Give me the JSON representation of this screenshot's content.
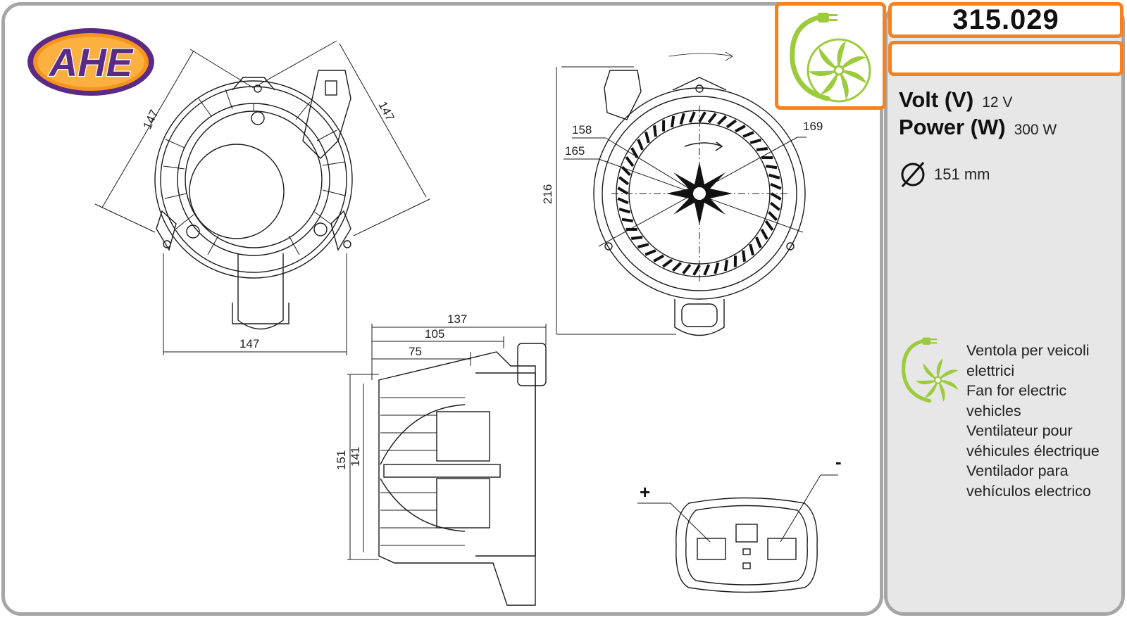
{
  "header": {
    "brand": "AHE",
    "part_number": "315.029"
  },
  "specs": {
    "volt_label": "Volt (V)",
    "volt_value": "12 V",
    "power_label": "Power (W)",
    "power_value": "300 W",
    "diameter_value": "151 mm"
  },
  "description": [
    "Ventola per veicoli",
    "elettrici",
    "Fan for electric",
    "vehicles",
    "Ventilateur pour",
    "véhicules électrique",
    "Ventilador para",
    "vehículos electrico"
  ],
  "dimensions": {
    "front_diag_left": "147",
    "front_diag_right": "147",
    "front_width": "147",
    "rear_d1": "158",
    "rear_d2": "165",
    "rear_d3": "169",
    "rear_height": "216",
    "side_len_total": "137",
    "side_len_mid": "105",
    "side_len_short": "75",
    "side_h_outer": "151",
    "side_h_inner": "141"
  },
  "connector": {
    "plus": "+",
    "minus": "-"
  },
  "colors": {
    "accent": "#f58220",
    "ev_green": "#9ccb3b",
    "logo_purple": "#5b2a86",
    "logo_orange": "#f7941d",
    "frame_gray": "#a6a6a6",
    "panel_gray": "#e7e7e7"
  },
  "icons": {
    "ev_fan": "ev-fan-plug-icon",
    "diameter": "diameter-icon"
  }
}
